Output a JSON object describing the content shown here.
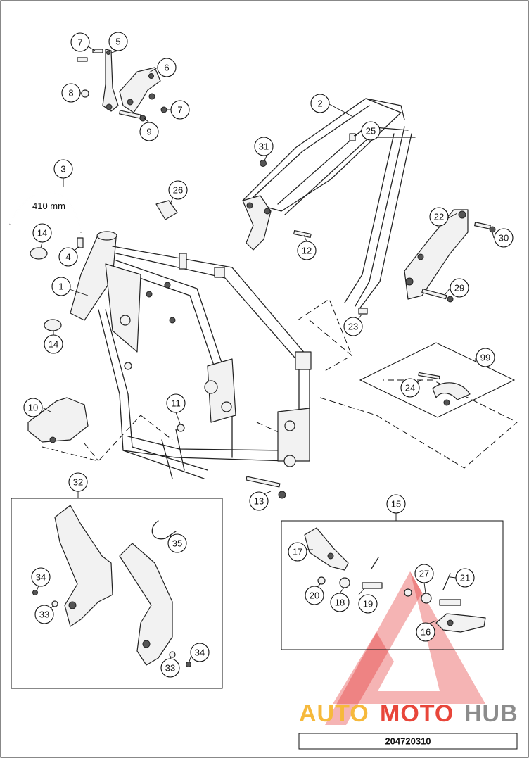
{
  "diagram": {
    "drawing_code": "204720310",
    "hose_length_label": "410 mm",
    "callouts": [
      "1",
      "2",
      "3",
      "4",
      "5",
      "6",
      "7",
      "7",
      "8",
      "9",
      "10",
      "11",
      "12",
      "13",
      "14",
      "14",
      "15",
      "16",
      "17",
      "18",
      "19",
      "20",
      "21",
      "22",
      "23",
      "24",
      "25",
      "26",
      "27",
      "29",
      "30",
      "31",
      "32",
      "33",
      "33",
      "34",
      "34",
      "35",
      "99"
    ]
  },
  "watermark": {
    "part1": "AUTO",
    "part2": "MOTO",
    "part3": "HUB",
    "colors": {
      "auto": "#f6b93c",
      "moto": "#e8463a",
      "hub": "#8c8c8c",
      "triangle": "#e12828"
    }
  }
}
